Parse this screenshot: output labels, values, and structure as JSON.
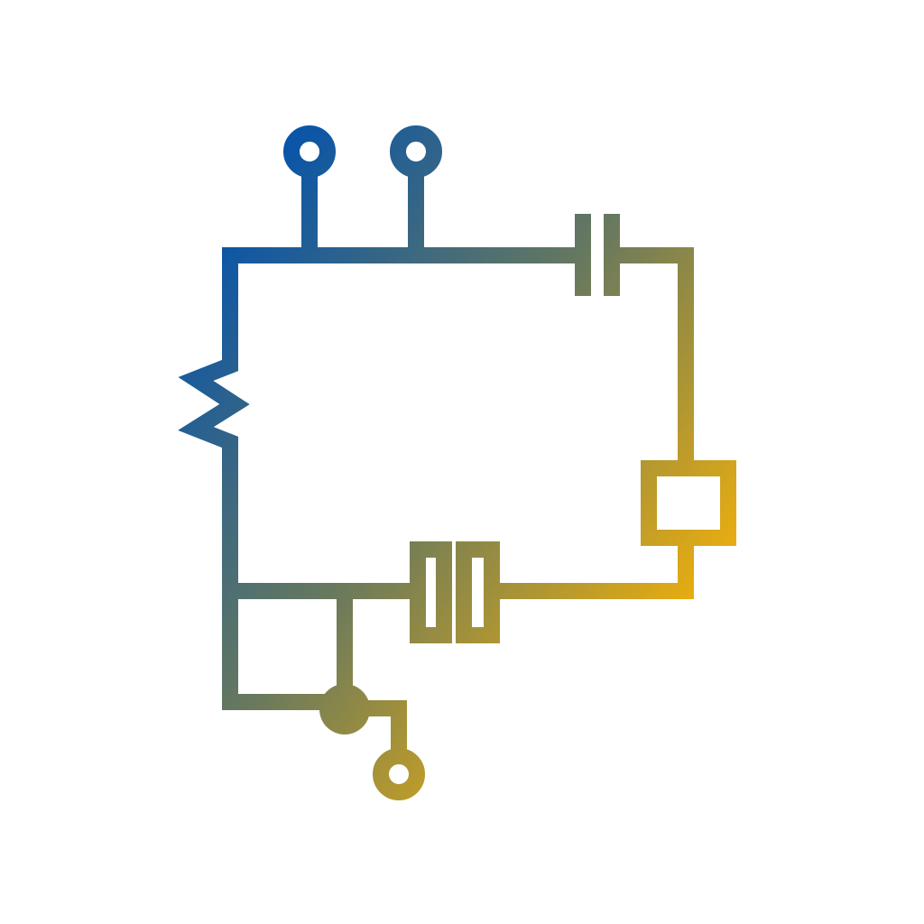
{
  "diagram": {
    "type": "circuit-schematic-icon",
    "colors": {
      "gradient_start": "#0a55a8",
      "gradient_mid": "#66785f",
      "gradient_end": "#e8ad10",
      "background": "#ffffff"
    },
    "components": [
      {
        "name": "terminal",
        "icon": "terminal-circle-icon"
      },
      {
        "name": "terminal",
        "icon": "terminal-circle-icon"
      },
      {
        "name": "capacitor",
        "icon": "capacitor-icon"
      },
      {
        "name": "resistor",
        "icon": "resistor-icon"
      },
      {
        "name": "box-component",
        "icon": "rectangle-component-icon"
      },
      {
        "name": "crystal",
        "icon": "crystal-oscillator-icon"
      },
      {
        "name": "junction",
        "icon": "junction-dot-icon"
      },
      {
        "name": "terminal",
        "icon": "terminal-circle-icon"
      }
    ]
  }
}
